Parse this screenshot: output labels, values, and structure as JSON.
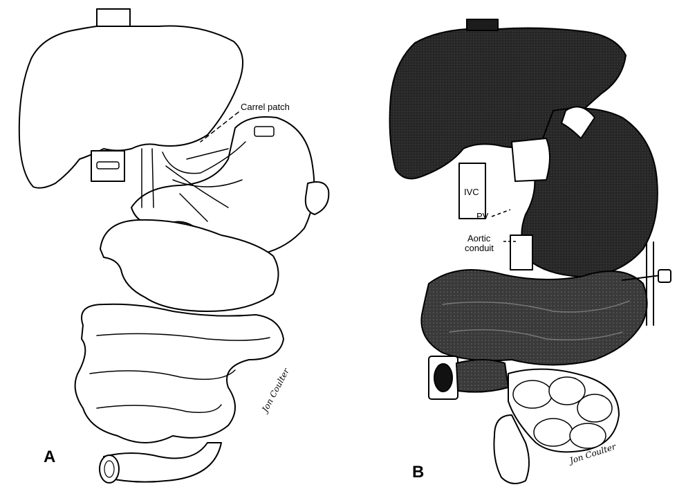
{
  "figure": {
    "panel_a": {
      "letter": "A",
      "callout": "Carrel patch",
      "signature": "Jon Coulter"
    },
    "panel_b": {
      "letter": "B",
      "callouts": {
        "ivc": "IVC",
        "pv": "PV",
        "aortic_line1": "Aortic",
        "aortic_line2": "conduit"
      },
      "signature": "Jon Coulter"
    }
  },
  "colors": {
    "ink": "#000000",
    "paper": "#ffffff",
    "dark_fill": "#1c1c1c",
    "mid_fill": "#3a3a3a"
  }
}
